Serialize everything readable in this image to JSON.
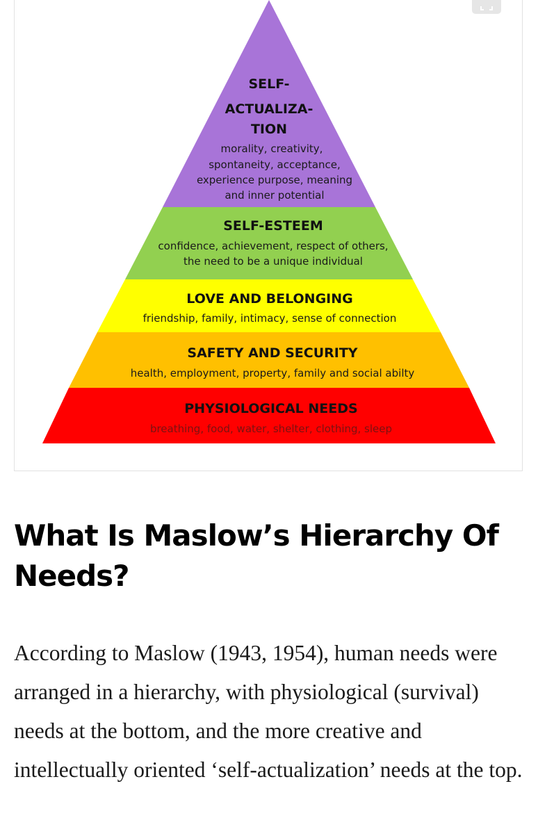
{
  "figure": {
    "colors": {
      "purple": "#a874d8",
      "green": "#92d050",
      "yellow": "#ffff00",
      "orange": "#ffc000",
      "red": "#ff0000"
    },
    "levels": [
      {
        "title_lines": [
          "SELF-",
          "ACTUALIZA-",
          "TION"
        ],
        "desc_lines": [
          "morality, creativity,",
          "spontaneity, acceptance,",
          "experience purpose, meaning",
          "and inner potential"
        ]
      },
      {
        "title_lines": [
          "SELF-ESTEEM"
        ],
        "desc_lines": [
          "confidence, achievement, respect of others,",
          "the need to be a unique individual"
        ]
      },
      {
        "title_lines": [
          "LOVE AND BELONGING"
        ],
        "desc_lines": [
          "friendship, family, intimacy, sense of connection"
        ]
      },
      {
        "title_lines": [
          "SAFETY AND SECURITY"
        ],
        "desc_lines": [
          "health, employment, property, family and social abilty"
        ]
      },
      {
        "title_lines": [
          "PHYSIOLOGICAL NEEDS"
        ],
        "desc_lines": [
          "breathing, food, water, shelter, clothing, sleep"
        ]
      }
    ],
    "expand_icon": "expand-icon"
  },
  "article": {
    "heading": "What Is Maslow’s Hierarchy Of Needs?",
    "body": "According to Maslow (1943, 1954), human needs were arranged in a hierarchy, with physiological (survival) needs at the bottom, and the more creative and intellectually oriented ‘self-actualization’ needs at the top."
  }
}
